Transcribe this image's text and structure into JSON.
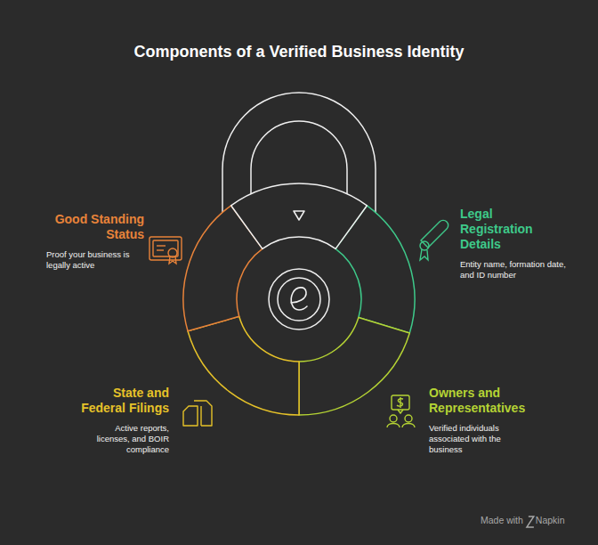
{
  "diagram": {
    "title": "Components of a Verified Business Identity",
    "nodes": [
      {
        "text": [
          "Good Standing Status",
          "Proof your business is legally active"
        ]
      },
      {
        "text": [
          "Legal Registration Details",
          "Entity name, formation date, and ID number"
        ]
      },
      {
        "text": [
          "State and Federal Filings",
          "Active reports, licenses, and BOIR compliance"
        ]
      },
      {
        "text": [
          "Owners and Representatives",
          "Verified individuals associated with the business"
        ]
      }
    ],
    "labels": [
      "Made with",
      "Napkin"
    ]
  }
}
